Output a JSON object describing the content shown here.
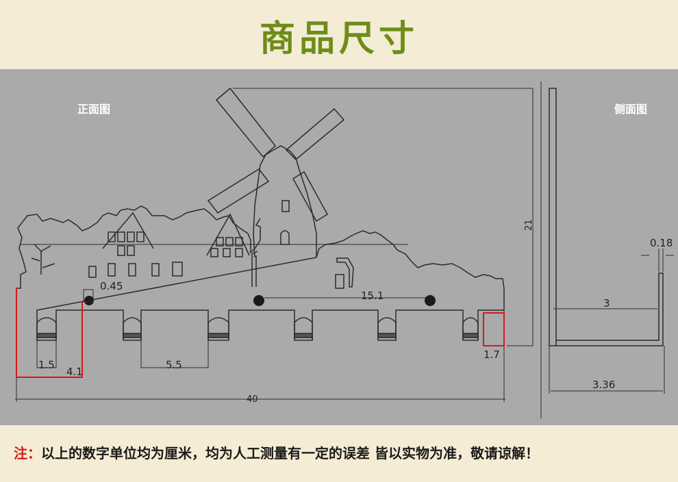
{
  "header": {
    "title": "商品尺寸"
  },
  "drawing": {
    "front_view_label": "正面图",
    "side_view_label": "侧面图",
    "dimensions": {
      "hole_diameter": "0.45",
      "hole_spacing": "15.1",
      "height": "21",
      "hook_width": "1.5",
      "edge_to_hook": "4.1",
      "hook_gap": "5.5",
      "hook_depth": "1.7",
      "total_width": "40",
      "thickness": "0.18",
      "side_depth": "3",
      "side_total_depth": "3.36"
    }
  },
  "footer": {
    "note_label": "注：",
    "note_text": "以上的数字单位均为厘米，均为人工测量有一定的误差 皆以实物为准，敬请谅解！"
  }
}
